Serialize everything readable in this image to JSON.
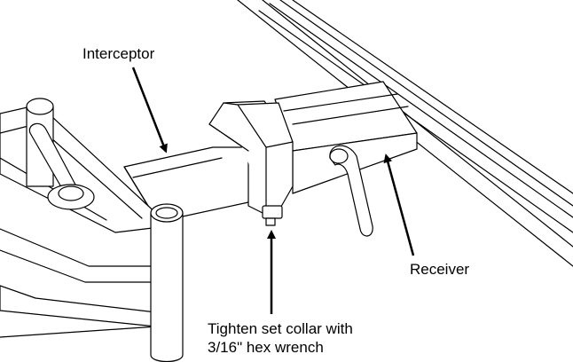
{
  "labels": {
    "interceptor": "Interceptor",
    "receiver": "Receiver",
    "collar_line1": "Tighten set collar with",
    "collar_line2": "3/16\" hex wrench"
  },
  "colors": {
    "stroke": "#000000",
    "fill": "#ffffff",
    "shade": "#d9d9d9"
  }
}
